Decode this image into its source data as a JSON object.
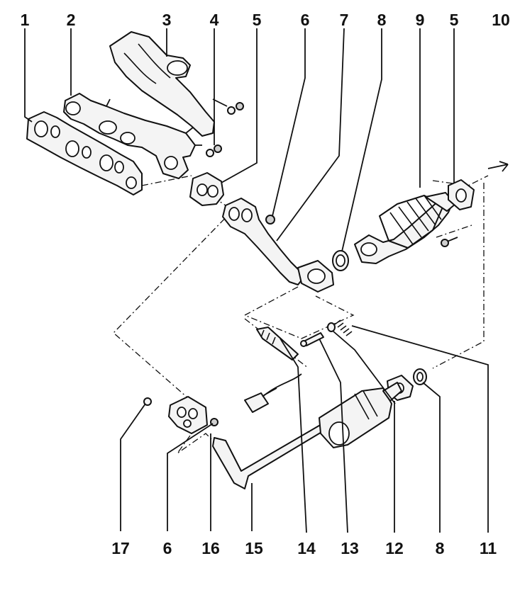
{
  "labels": {
    "top": [
      "1",
      "2",
      "3",
      "4",
      "5",
      "6",
      "7",
      "8",
      "9",
      "5",
      "10"
    ],
    "bottom": [
      "17",
      "6",
      "16",
      "15",
      "14",
      "13",
      "12",
      "8",
      "11"
    ]
  }
}
